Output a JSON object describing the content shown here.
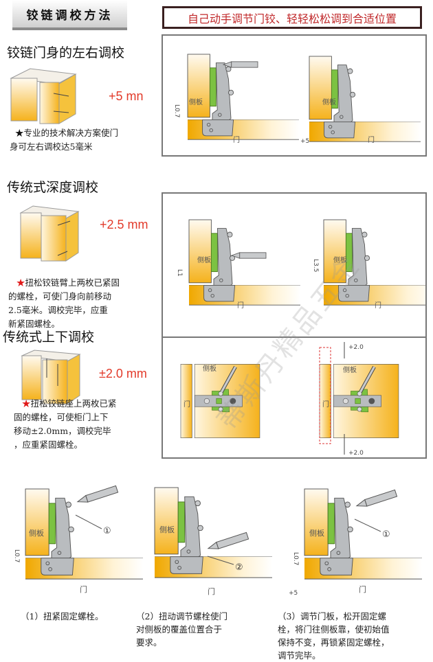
{
  "header": {
    "tab_title": "铰链调校方法",
    "slogan": "自己动手调节门铰、轻轻松松调到合适位置"
  },
  "labels": {
    "side_panel": "侧板",
    "door": "门"
  },
  "sections": [
    {
      "title": "铰链门身的左右调校",
      "amount": "+5 mn",
      "star": "★",
      "desc_lines": [
        "专业的技术解决方案使门",
        "身可左右调校达5毫米"
      ],
      "dims": {
        "before": "L0.7",
        "after": "+5"
      }
    },
    {
      "title": "传统式深度调校",
      "amount": "+2.5 mm",
      "star": "★",
      "desc_lines": [
        "扭松铰链臂上两枚已紧固",
        "的螺栓，可使门身向前移动",
        "2.5毫米。调校完毕，应重",
        "新紧固螺栓。"
      ],
      "dims": {
        "before": "L1",
        "after": "L3.5"
      }
    },
    {
      "title": "传统式上下调校",
      "amount": "±2.0 mm",
      "star": "★",
      "desc_lines": [
        "扭松铰链座上两枚已紧",
        "固的螺栓，可使柜门上下",
        "移动±2.0mm，调校完毕",
        "，应重紧固螺栓。"
      ],
      "dims": {
        "top": "+2.0",
        "bottom": "+2.0"
      }
    }
  ],
  "steps": [
    {
      "marker": "①",
      "dim": "L0.7",
      "caption_lines": [
        "（1）扭紧固定螺栓。"
      ]
    },
    {
      "marker": "②",
      "dim": "",
      "caption_lines": [
        "（2）扭动调节螺栓使门",
        "对侧板的覆盖位置合于",
        "要求。"
      ]
    },
    {
      "marker": "①",
      "dim": "L0.7",
      "offset": "+5",
      "caption_lines": [
        "（3）调节门板，松开固定螺",
        "栓，将门往侧板靠，使初始值",
        "保持不变，再锁紧固定螺栓，",
        "调节完毕。"
      ]
    }
  ],
  "watermark": "蒂斯丹精品五金",
  "colors": {
    "accent_red": "#e23a2a",
    "wood": "#f5b21c",
    "plate_green": "#7cc242",
    "hinge_grey": "#b9bcbf"
  }
}
